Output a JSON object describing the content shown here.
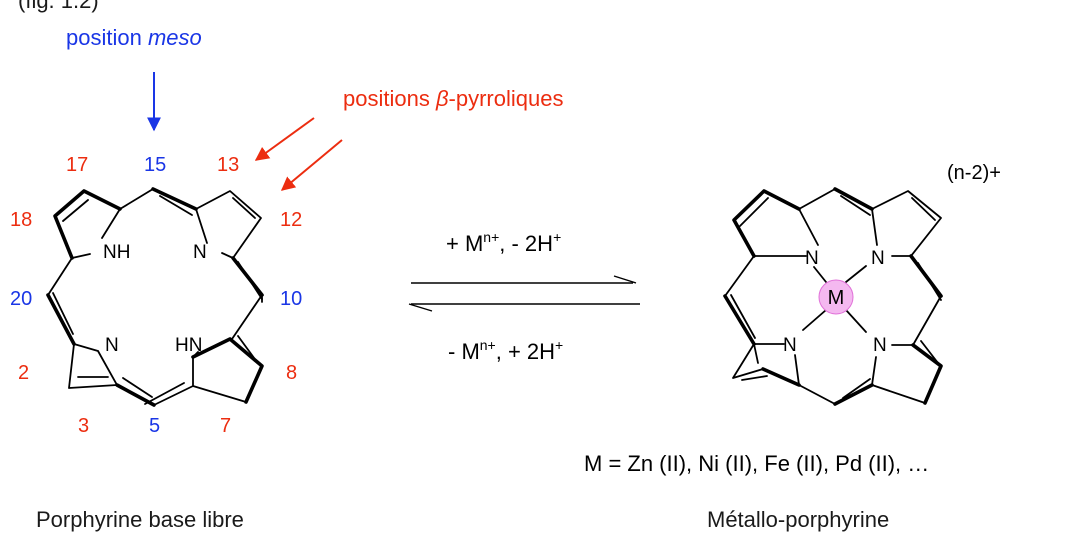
{
  "colors": {
    "bond": "#000000",
    "text": "#1a1a1a",
    "meso": "#1a36e6",
    "beta": "#ec2d10",
    "metal_fill": "#f4b8f0",
    "metal_stroke": "#e070d8"
  },
  "header": {
    "fragment": "(fig. 1.2)",
    "meso_prefix": "position ",
    "meso_italic": "meso",
    "beta_prefix": "positions ",
    "beta_italic": "β",
    "beta_suffix": "-pyrroliques"
  },
  "free_base": {
    "numbers": {
      "n17": "17",
      "n15": "15",
      "n13": "13",
      "n18": "18",
      "n12": "12",
      "n20": "20",
      "n10": "10",
      "n2": "2",
      "n8": "8",
      "n3": "3",
      "n5": "5",
      "n7": "7"
    },
    "atoms": {
      "nh_top": "NH",
      "n_top": "N",
      "n_bottom": "N",
      "hn_bottom": "HN"
    },
    "caption": "Porphyrine base libre"
  },
  "reaction": {
    "forward_a": "+ M",
    "forward_sup": "n+",
    "forward_b": ", - 2H",
    "forward_sup2": "+",
    "reverse_a": "- M",
    "reverse_sup": "n+",
    "reverse_b": ", + 2H",
    "reverse_sup2": "+"
  },
  "metallo": {
    "charge": "(n-2)+",
    "metal": "M",
    "atoms": {
      "n_tl": "N",
      "n_tr": "N",
      "n_bl": "N",
      "n_br": "N"
    },
    "metal_list": "M = Zn (II), Ni (II), Fe (II), Pd (II), …",
    "caption": "Métallo-porphyrine"
  }
}
